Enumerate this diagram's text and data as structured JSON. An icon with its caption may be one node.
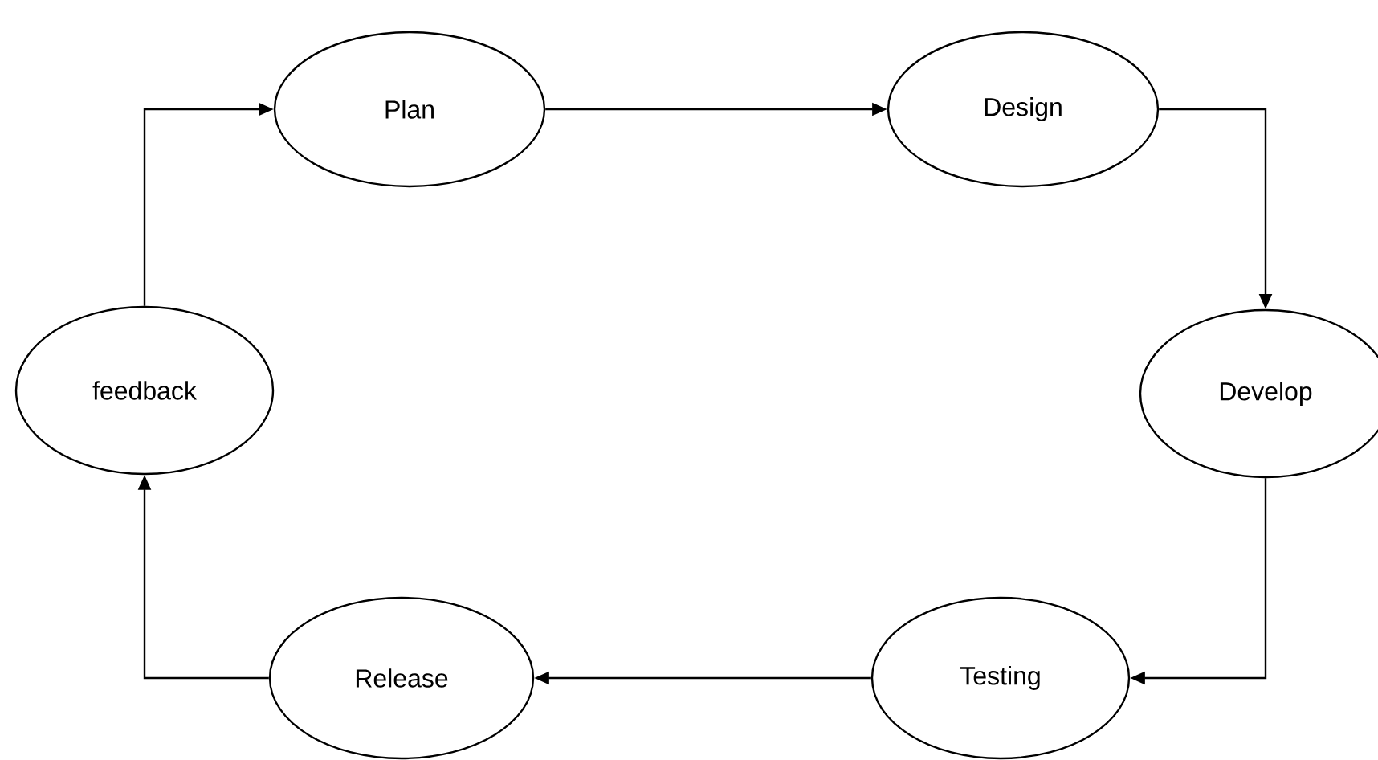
{
  "diagram": {
    "nodes": [
      {
        "text": [
          "Plan"
        ]
      },
      {
        "text": [
          "Design"
        ]
      },
      {
        "text": [
          "Develop"
        ]
      },
      {
        "text": [
          "Testing"
        ]
      },
      {
        "text": [
          "Release"
        ]
      },
      {
        "text": [
          "feedback"
        ]
      }
    ],
    "edges": [
      {
        "from": 0,
        "to": 1,
        "arrow": "to"
      },
      {
        "from": 1,
        "to": 2,
        "arrow": "to"
      },
      {
        "from": 2,
        "to": 3,
        "arrow": "to"
      },
      {
        "from": 3,
        "to": 4,
        "arrow": "to"
      },
      {
        "from": 4,
        "to": 5,
        "arrow": "to"
      },
      {
        "from": 5,
        "to": 0,
        "arrow": "to"
      }
    ]
  }
}
